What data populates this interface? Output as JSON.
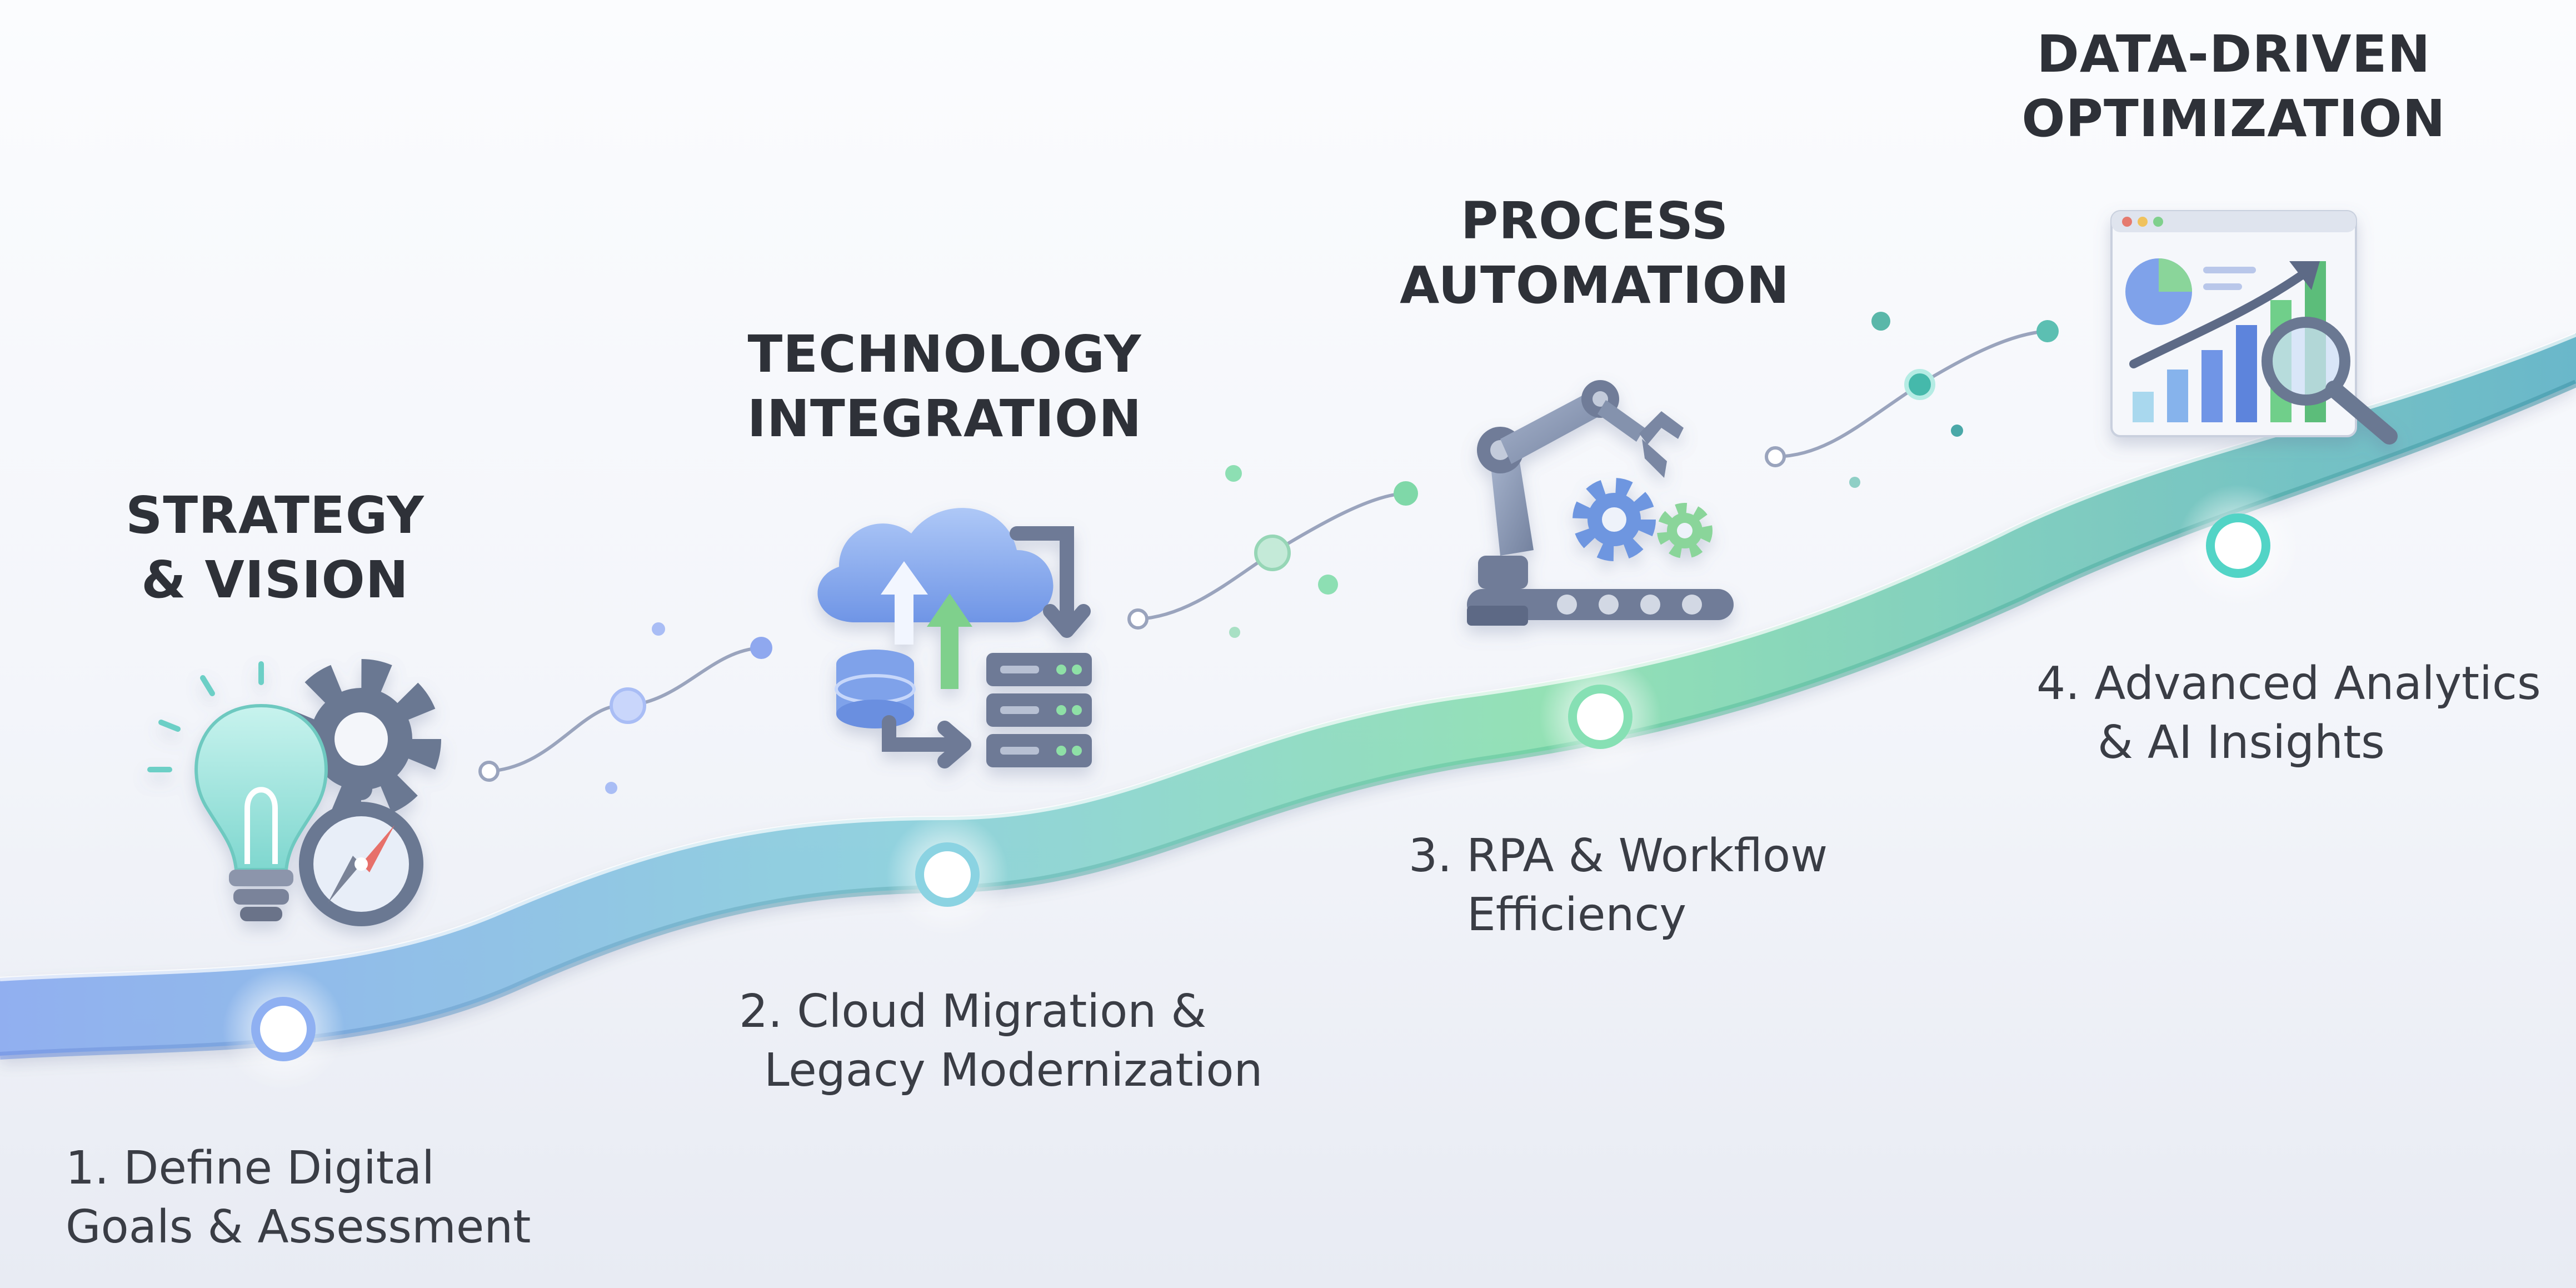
{
  "steps": [
    {
      "title_lines": [
        "STRATEGY",
        "& VISION"
      ],
      "desc_lines": [
        "1. Define Digital",
        "Goals & Assessment"
      ],
      "icon": "lightbulb-gear-compass-icon"
    },
    {
      "title_lines": [
        "TECHNOLOGY",
        "INTEGRATION"
      ],
      "desc_lines": [
        "2. Cloud Migration &",
        "Legacy Modernization"
      ],
      "icon": "cloud-database-server-icon"
    },
    {
      "title_lines": [
        "PROCESS",
        "AUTOMATION"
      ],
      "desc_lines": [
        "3. RPA & Workflow",
        "Efficiency"
      ],
      "icon": "robot-arm-conveyor-icon"
    },
    {
      "title_lines": [
        "DATA-DRIVEN",
        "OPTIMIZATION"
      ],
      "desc_lines": [
        "4. Advanced Analytics",
        "& AI Insights"
      ],
      "icon": "analytics-dashboard-magnifier-icon"
    }
  ],
  "colors": {
    "path_start": "#8aaaf0",
    "path_mid": "#8ce0b0",
    "path_end": "#60b6c4",
    "node_ring": "#7fe3d6",
    "title_text": "#2e3138",
    "desc_text": "#3a3d45"
  }
}
